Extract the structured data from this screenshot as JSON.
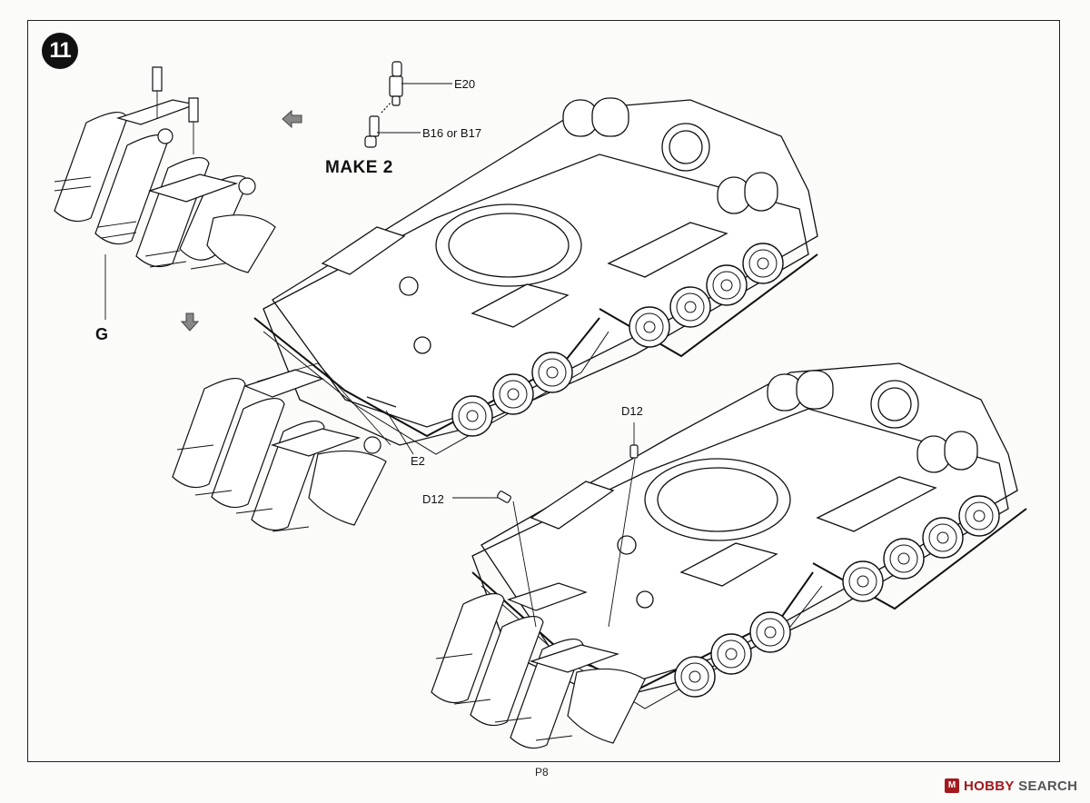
{
  "step": {
    "number": "11"
  },
  "sub_assembly": {
    "note": "MAKE 2",
    "part_upper": "E20",
    "part_lower": "B16 or B17"
  },
  "callouts": {
    "plow_part": "G",
    "pin_part": "E2",
    "rod_upper": "D12",
    "rod_left": "D12"
  },
  "footer": {
    "page": "P8"
  },
  "watermark": {
    "brand": "HOBBY",
    "suffix": "SEARCH",
    "logo_glyph": "M"
  },
  "colors": {
    "ink": "#111111",
    "watermark_red": "#a3191d"
  }
}
